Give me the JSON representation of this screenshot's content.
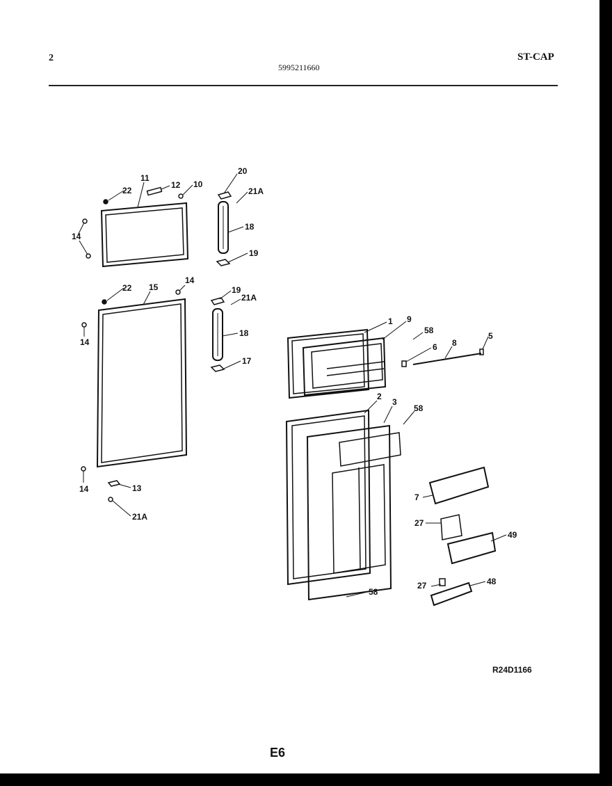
{
  "header": {
    "page_number": "2",
    "part_number": "5995211660",
    "model_code": "ST-CAP"
  },
  "footer": {
    "reference_code": "R24D1166",
    "page_code": "E6"
  },
  "colors": {
    "ink": "#111111",
    "paper": "#ffffff"
  },
  "callouts": {
    "c22a": "22",
    "c11": "11",
    "c12": "12",
    "c10": "10",
    "c14a": "14",
    "c20": "20",
    "c21Aa": "21A",
    "c18a": "18",
    "c19a": "19",
    "c22b": "22",
    "c15": "15",
    "c14b": "14",
    "c14c": "14",
    "c14d": "14",
    "c19b": "19",
    "c21Ab": "21A",
    "c18b": "18",
    "c17": "17",
    "c13": "13",
    "c21Ac": "21A",
    "c1": "1",
    "c9": "9",
    "c58a": "58",
    "c6": "6",
    "c8": "8",
    "c5": "5",
    "c2": "2",
    "c3": "3",
    "c58b": "58",
    "c58c": "58",
    "c7": "7",
    "c27a": "27",
    "c49": "49",
    "c27b": "27",
    "c48": "48"
  }
}
